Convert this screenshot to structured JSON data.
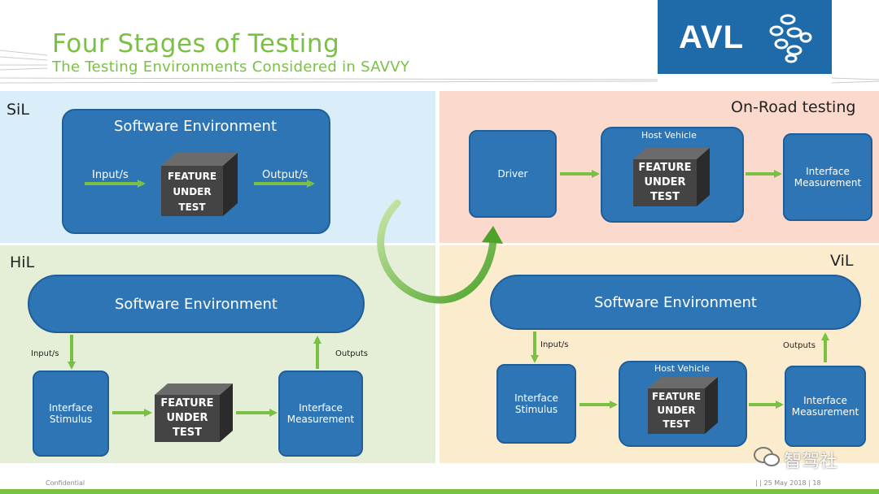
{
  "header": {
    "title": "Four Stages of Testing",
    "subtitle": "The Testing Environments Considered in SAVVY",
    "logo_text": "AVL"
  },
  "colors": {
    "accent_green": "#7ac143",
    "box_blue": "#2e75b6",
    "logo_blue": "#1f6aa8",
    "sil_bg": "#daeef9",
    "onroad_bg": "#fbd9cc",
    "hil_bg": "#e5efd8",
    "vil_bg": "#fbeccd"
  },
  "sil": {
    "label": "SiL",
    "env_title": "Software Environment",
    "input_label": "Input/s",
    "output_label": "Output/s",
    "cube": [
      "FEATURE",
      "UNDER",
      "TEST"
    ]
  },
  "onroad": {
    "label": "On-Road testing",
    "driver": "Driver",
    "host_vehicle": "Host Vehicle",
    "cube": [
      "FEATURE",
      "UNDER",
      "TEST"
    ],
    "interface_measurement": "Interface Measurement"
  },
  "hil": {
    "label": "HiL",
    "env_title": "Software Environment",
    "input_label": "Input/s",
    "output_label": "Outputs",
    "interface_stimulus": "Interface Stimulus",
    "cube": [
      "FEATURE",
      "UNDER",
      "TEST"
    ],
    "interface_measurement": "Interface Measurement"
  },
  "vil": {
    "label": "ViL",
    "env_title": "Software Environment",
    "input_label": "Input/s",
    "output_label": "Outputs",
    "interface_stimulus": "Interface Stimulus",
    "host_vehicle": "Host Vehicle",
    "cube": [
      "FEATURE",
      "UNDER",
      "TEST"
    ],
    "interface_measurement": "Interface Measurement"
  },
  "footer": {
    "confidential": "Confidential",
    "date_page": "|   | 25 May 2018 | 18",
    "watermark": "智驾社"
  }
}
